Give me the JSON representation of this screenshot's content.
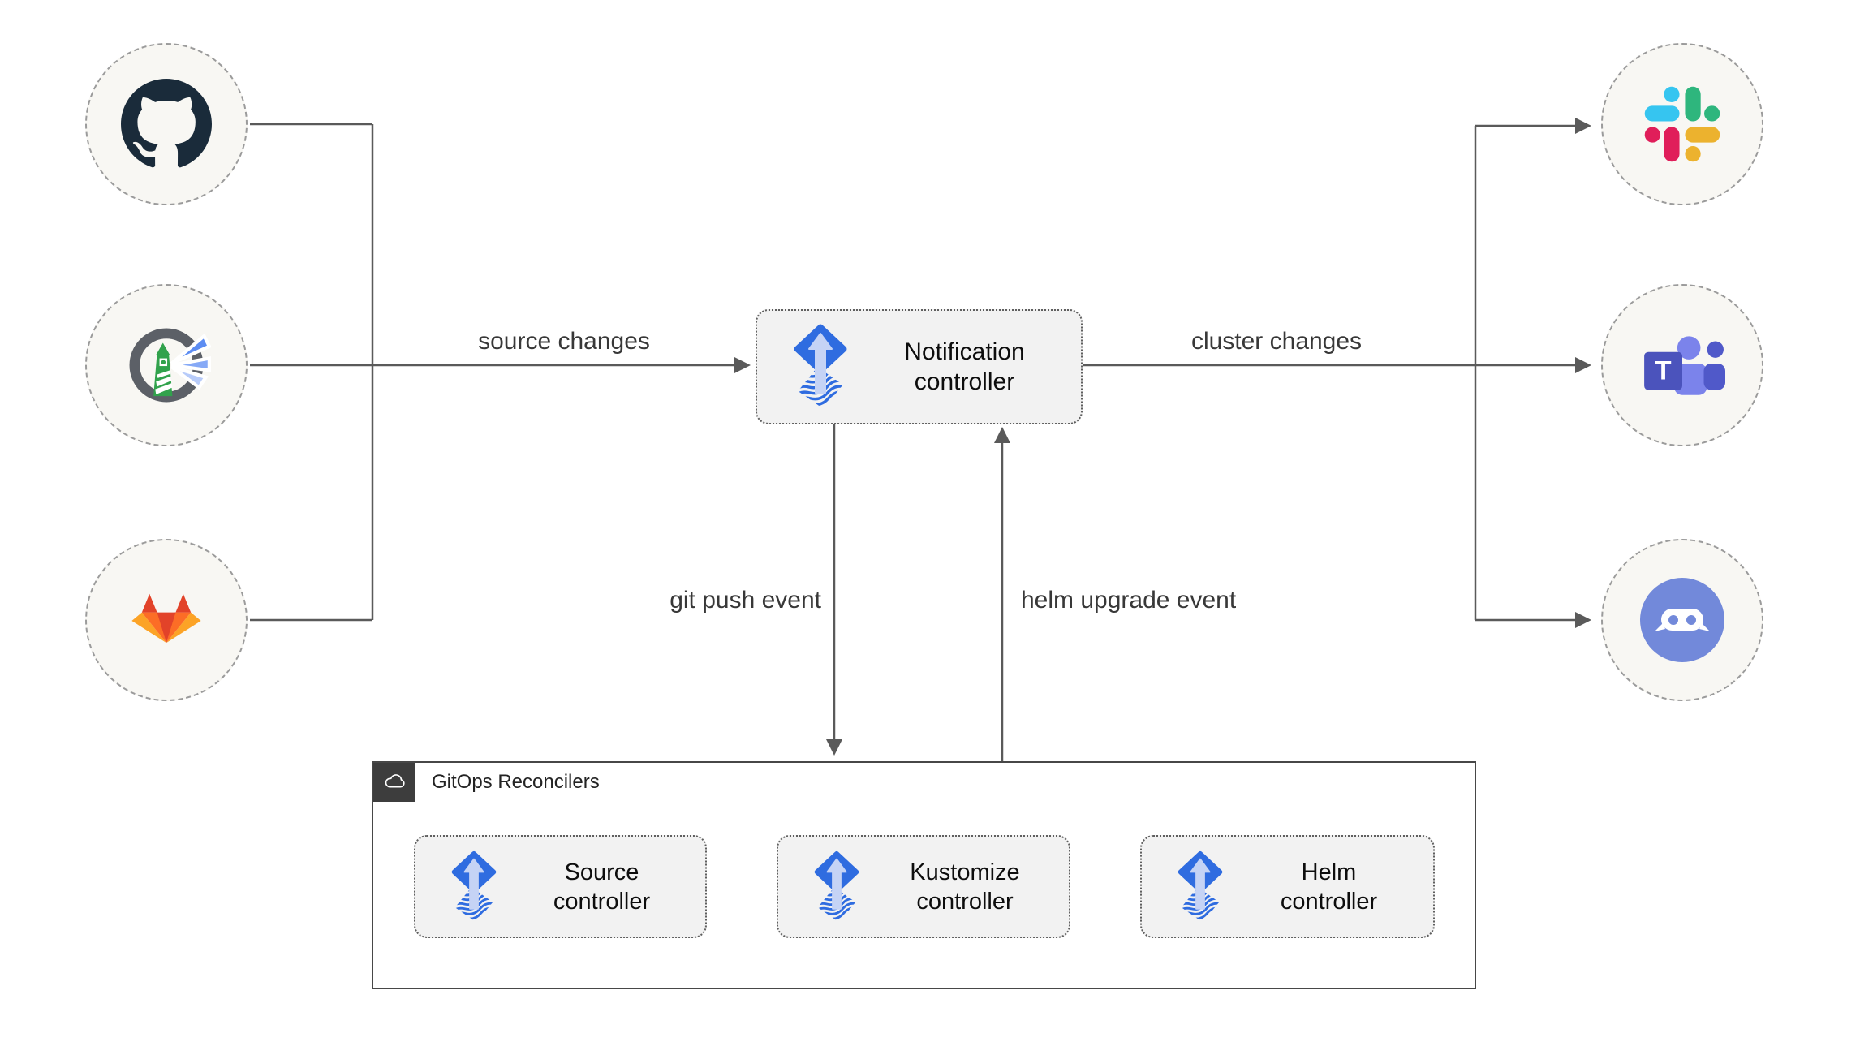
{
  "notification": {
    "line1": "Notification",
    "line2": "controller"
  },
  "edges": {
    "source_changes": "source changes",
    "cluster_changes": "cluster changes",
    "git_push": "git push event",
    "helm_upgrade": "helm upgrade event"
  },
  "reconcilers": {
    "title": "GitOps Reconcilers",
    "controllers": [
      {
        "line1": "Source",
        "line2": "controller"
      },
      {
        "line1": "Kustomize",
        "line2": "controller"
      },
      {
        "line1": "Helm",
        "line2": "controller"
      }
    ]
  },
  "sources": [
    {
      "name": "GitHub",
      "icon": "github-icon"
    },
    {
      "name": "Harbor",
      "icon": "harbor-icon"
    },
    {
      "name": "GitLab",
      "icon": "gitlab-icon"
    }
  ],
  "targets": [
    {
      "name": "Slack",
      "icon": "slack-icon"
    },
    {
      "name": "Microsoft Teams",
      "icon": "teams-icon",
      "monogram": "T"
    },
    {
      "name": "Discord",
      "icon": "discord-icon"
    }
  ],
  "colors": {
    "flux_blue": "#2f6ce0",
    "flux_arrow_light": "#c5d3f5",
    "line_gray": "#5a5a5a",
    "circle_fill": "#f8f7f3",
    "box_fill": "#f2f2f2",
    "gitlab_red": "#e24329",
    "gitlab_orange": "#fc6d26",
    "gitlab_yellow": "#fca326",
    "slack_blue": "#36c5f0",
    "slack_green": "#2eb67d",
    "slack_yellow": "#ecb22e",
    "slack_red": "#e01e5a",
    "teams_purple": "#4b53bc",
    "discord_blurple": "#7289da",
    "github_dark": "#1a2b3a",
    "harbor_green": "#31a24c"
  }
}
